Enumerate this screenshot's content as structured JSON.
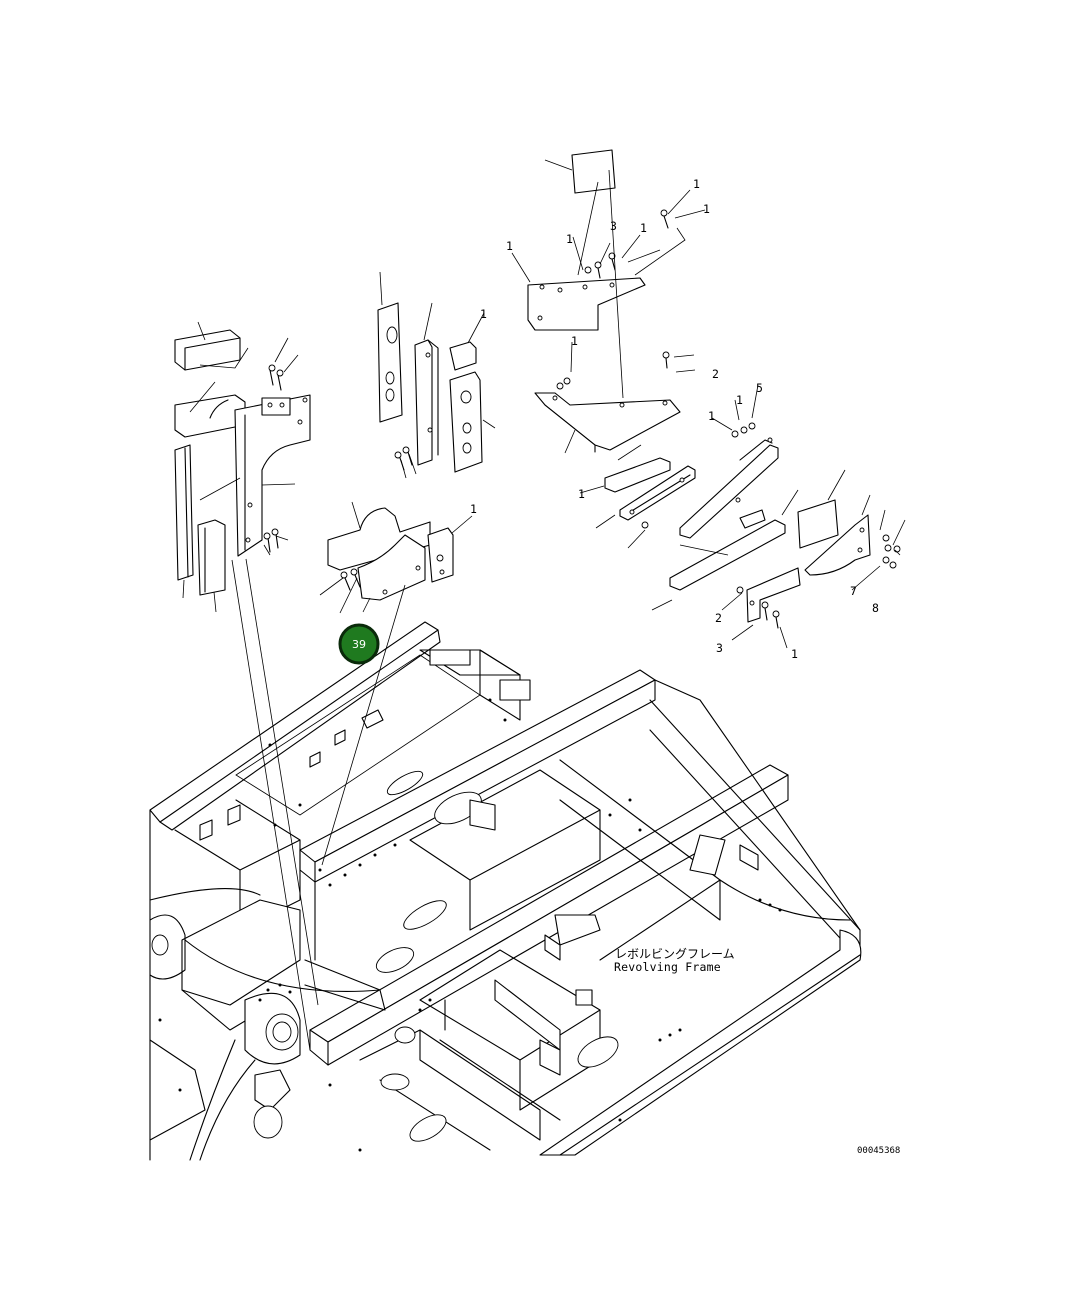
{
  "diagram": {
    "frame_label_jp": "レボルビングフレーム",
    "frame_label_en": "Revolving Frame",
    "drawing_number": "00045368",
    "callout": {
      "number": "39",
      "color": "#1f7a1f",
      "border_color": "#0a2a0a"
    },
    "part_ref_numbers": [
      "1",
      "2",
      "3",
      "5",
      "7",
      "8"
    ]
  }
}
